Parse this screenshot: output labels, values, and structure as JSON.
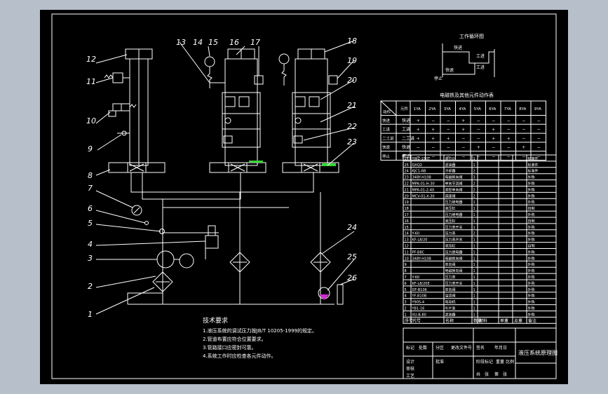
{
  "callouts": {
    "c1": "1",
    "c2": "2",
    "c3": "3",
    "c4": "4",
    "c5": "5",
    "c6": "6",
    "c7": "7",
    "c8": "8",
    "c9": "9",
    "c10": "10",
    "c11": "11",
    "c12": "12",
    "c13": "13",
    "c14": "14",
    "c15": "15",
    "c16": "16",
    "c17": "17",
    "c18": "18",
    "c19": "19",
    "c20": "20",
    "c21": "21",
    "c22": "22",
    "c23": "23",
    "c24": "24",
    "c25": "25",
    "c26": "26"
  },
  "cycle": {
    "title": "工作循环图",
    "fast_in": "快进",
    "work_in": "工进",
    "fast_back": "快退",
    "stop": "停止",
    "work_in2": "工进"
  },
  "solenoid_table": {
    "title": "电磁铁及其他元件动作表",
    "header": [
      "动作",
      "元件",
      "1YA",
      "2YA",
      "3YA",
      "4YA",
      "5YA",
      "6YA",
      "7YA",
      "8YA",
      "9YA"
    ],
    "rows": [
      [
        "快进",
        "+",
        "−",
        "−",
        "+",
        "−",
        "−",
        "−",
        "−",
        "−"
      ],
      [
        "工进",
        "+",
        "+",
        "−",
        "+",
        "−",
        "+",
        "−",
        "−",
        "−"
      ],
      [
        "二工进",
        "+",
        "+",
        "+",
        "−",
        "−",
        "+",
        "+",
        "−",
        "−"
      ],
      [
        "快退",
        "−",
        "−",
        "−",
        "−",
        "+",
        "−",
        "−",
        "+",
        "−"
      ],
      [
        "停止",
        "−",
        "−",
        "−",
        "−",
        "−",
        "−",
        "−",
        "−",
        "−"
      ]
    ]
  },
  "parts": [
    [
      "26",
      "YWZ-150T",
      "液位计",
      "1",
      "",
      "",
      "",
      "标准件"
    ],
    [
      "25",
      "QXQ2",
      "滤油器",
      "1",
      "",
      "",
      "",
      "标准件"
    ],
    [
      "24",
      "KJC1-6B",
      "冷却器",
      "2",
      "",
      "",
      "",
      "标准件"
    ],
    [
      "23",
      "34BY-H10B",
      "电磁换向阀",
      "3",
      "",
      "",
      "",
      "外购"
    ],
    [
      "22",
      "MPA-01-H-30",
      "单向节流阀",
      "2",
      "",
      "",
      "",
      "外购"
    ],
    [
      "21",
      "MPA-01-2-40",
      "液控单向阀",
      "2",
      "",
      "",
      "",
      "外购"
    ],
    [
      "20",
      "MCV-01-X-30",
      "调速阀",
      "2",
      "",
      "",
      "",
      "外购"
    ],
    [
      "19",
      "",
      "压力继电器",
      "1",
      "",
      "",
      "",
      "外购"
    ],
    [
      "18",
      "",
      "液压缸",
      "1",
      "",
      "",
      "",
      "自制"
    ],
    [
      "17",
      "",
      "压力继电器",
      "1",
      "",
      "",
      "",
      "外购"
    ],
    [
      "16",
      "",
      "液压缸",
      "1",
      "",
      "",
      "",
      "自制"
    ],
    [
      "15",
      "",
      "压力表开关",
      "1",
      "",
      "",
      "",
      "外购"
    ],
    [
      "14",
      "Y-60",
      "压力表",
      "2",
      "",
      "",
      "",
      "外购"
    ],
    [
      "13",
      "KF-L8/20",
      "压力表开关",
      "1",
      "",
      "",
      "",
      "外购"
    ],
    [
      "12",
      "",
      "液压缸",
      "1",
      "",
      "",
      "",
      "自制"
    ],
    [
      "11",
      "PF-B8C",
      "压力继电器",
      "1",
      "",
      "",
      "",
      "外购"
    ],
    [
      "10",
      "34BY-H10B",
      "电磁换向阀",
      "1",
      "",
      "",
      "",
      "外购"
    ],
    [
      "9",
      "",
      "单向阀",
      "1",
      "",
      "",
      "",
      "外购"
    ],
    [
      "8",
      "",
      "电磁换向阀",
      "1",
      "",
      "",
      "",
      "外购"
    ],
    [
      "7",
      "Y-60",
      "压力表",
      "1",
      "",
      "",
      "",
      "外购"
    ],
    [
      "6",
      "KF-L8/20E",
      "压力表开关",
      "1",
      "",
      "",
      "",
      "外购"
    ],
    [
      "5",
      "DF-B10K",
      "单向阀",
      "1",
      "",
      "",
      "",
      "外购"
    ],
    [
      "4",
      "YF-B10B",
      "溢流阀",
      "1",
      "",
      "",
      "",
      "外购"
    ],
    [
      "3",
      "Y90S-4",
      "电动机",
      "1",
      "",
      "",
      "",
      "外购"
    ],
    [
      "2",
      "YB1-16",
      "叶片泵",
      "1",
      "",
      "",
      "",
      "外购"
    ],
    [
      "1",
      "XU-B-80",
      "滤油器",
      "1",
      "",
      "",
      "",
      "外购"
    ]
  ],
  "parts_header": [
    "序号",
    "代号",
    "名称",
    "数量",
    "材料",
    "单重",
    "总重",
    "备注"
  ],
  "notes": {
    "title": "技术要求",
    "items": [
      "1.液压系统的调试压力按JB/T 10205-1999的规定。",
      "2.管道布置应符合位置要求。",
      "3.管路接口应密封可靠。",
      "4.系统工作时应检查各元件动作。"
    ]
  },
  "title_block": {
    "drawing_title": "液压系统原理图",
    "labels": [
      "标记",
      "处数",
      "分区",
      "更改文件号",
      "签名",
      "年月日",
      "设计",
      "审核",
      "工艺",
      "批准",
      "阶段标记",
      "重量",
      "比例",
      "共",
      "张",
      "第",
      "张"
    ],
    "scale_label": "比例"
  }
}
